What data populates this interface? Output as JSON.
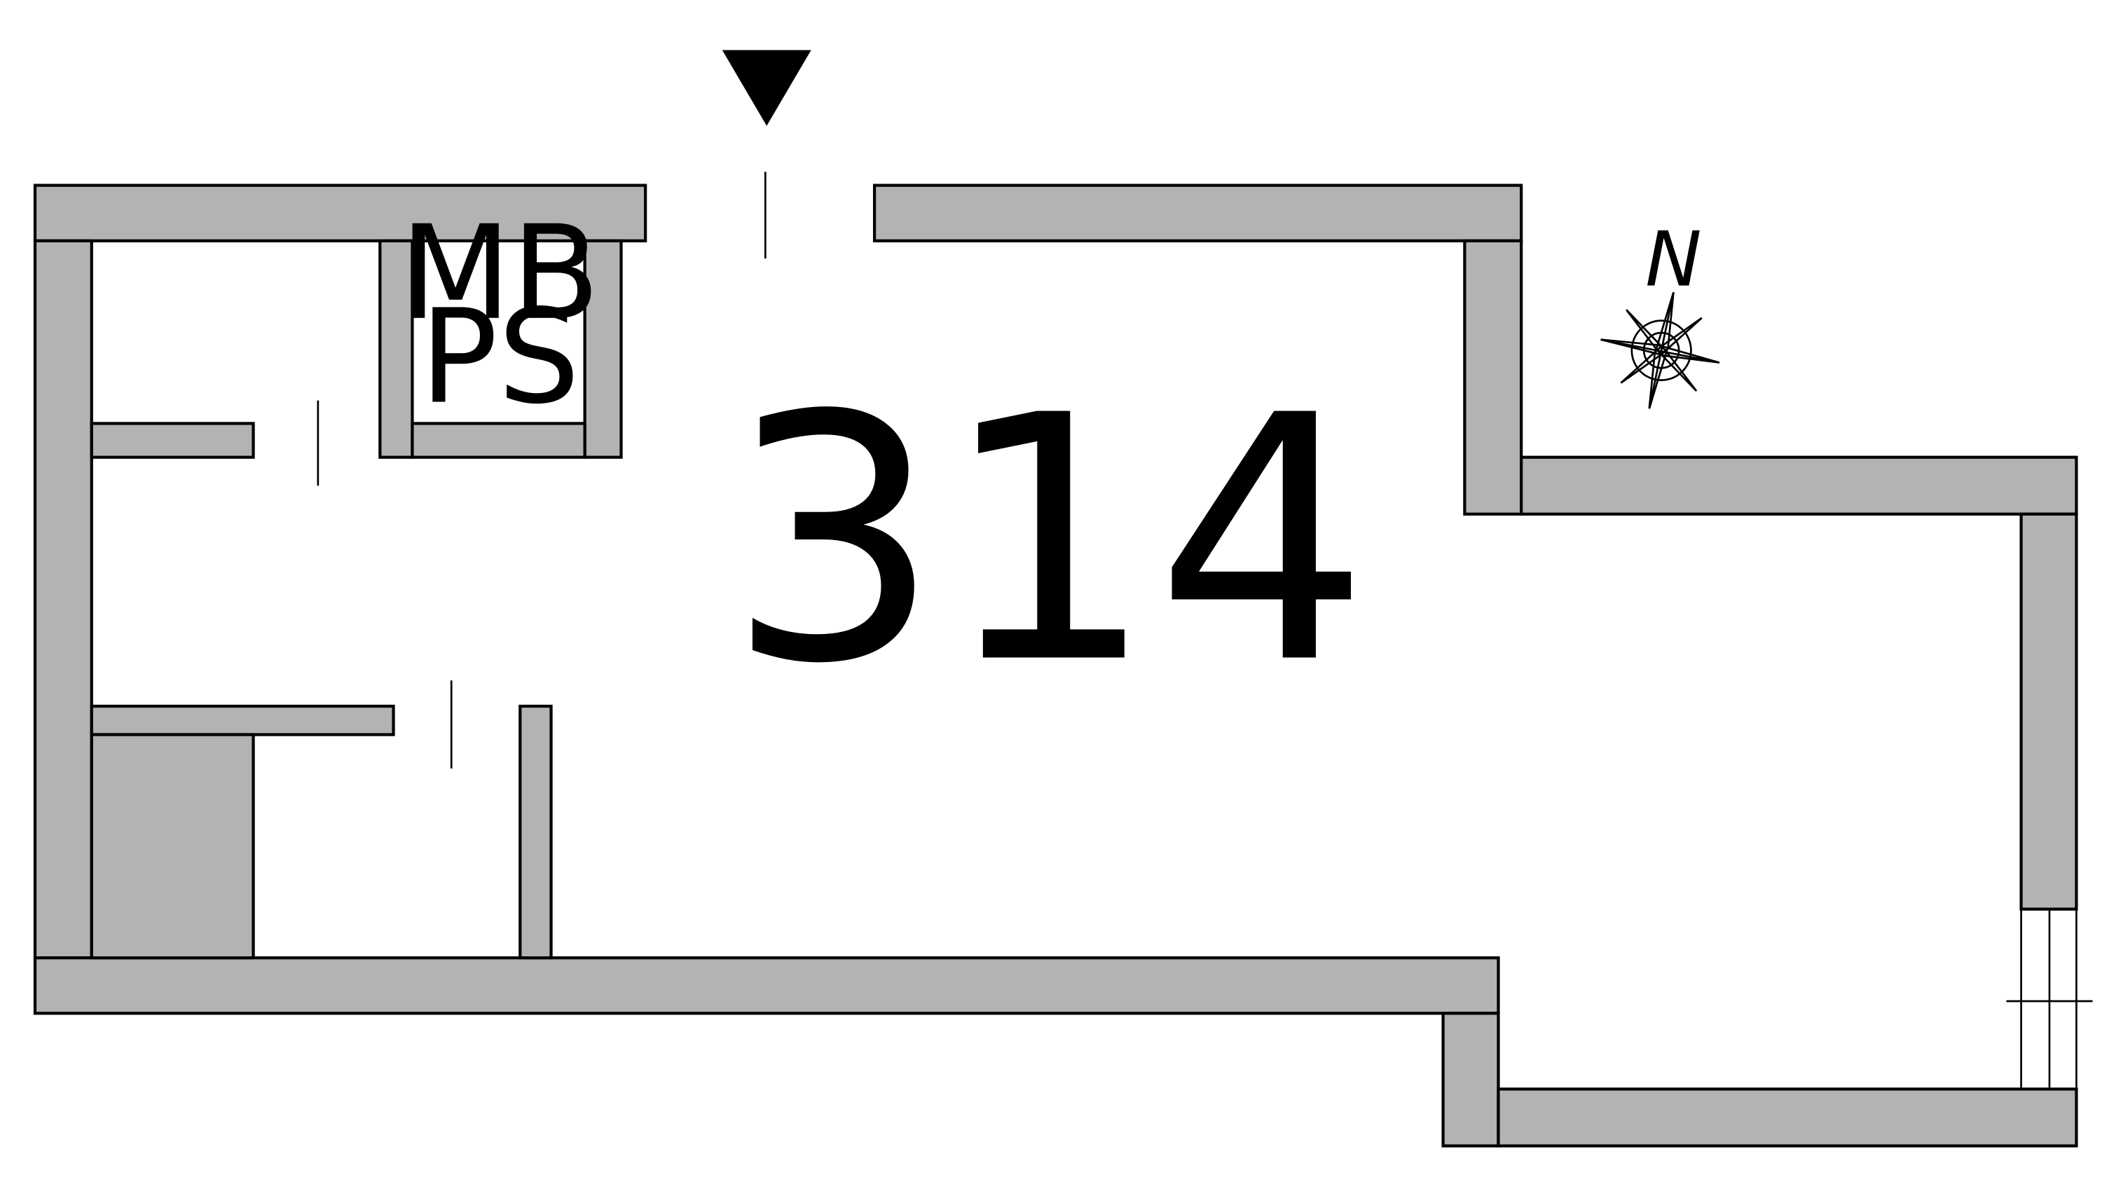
{
  "floorplan": {
    "unit_number": "314",
    "shaft_label_line1": "MB",
    "shaft_label_line2": "PS",
    "compass_label": "N",
    "entrance_marker": "entrance-arrow-icon",
    "compass_icon": "compass-rose-icon",
    "colors": {
      "wall": "#b3b3b3",
      "line": "#000000",
      "background": "#ffffff"
    }
  }
}
